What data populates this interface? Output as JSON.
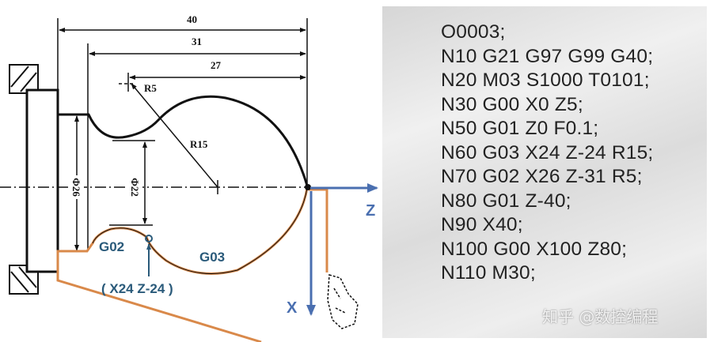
{
  "diagram": {
    "dimensions": {
      "overall_length": "40",
      "length_31": "31",
      "length_27": "27",
      "radius_small": "R5",
      "radius_large": "R15",
      "diameter_26": "Φ26",
      "diameter_22": "Φ22"
    },
    "labels": {
      "arc_cw": "G02",
      "arc_ccw": "G03",
      "point": "( X24 Z-24 )"
    },
    "axes": {
      "z": "Z",
      "x": "X"
    },
    "colors": {
      "profile": "#111111",
      "toolpath": "#d9894a",
      "axis": "#4a6fb0",
      "label": "#2a5a7a"
    }
  },
  "program": {
    "lines": [
      "O0003;",
      "N10 G21 G97 G99 G40;",
      "N20 M03 S1000 T0101;",
      "N30 G00 X0 Z5;",
      "N50 G01 Z0 F0.1;",
      "N60 G03 X24 Z-24 R15;",
      "N70 G02 X26 Z-31 R5;",
      "N80 G01 Z-40;",
      "N90 X40;",
      "N100 G00 X100 Z80;",
      "N110 M30;"
    ],
    "watermark": "知乎 @数控编程"
  }
}
